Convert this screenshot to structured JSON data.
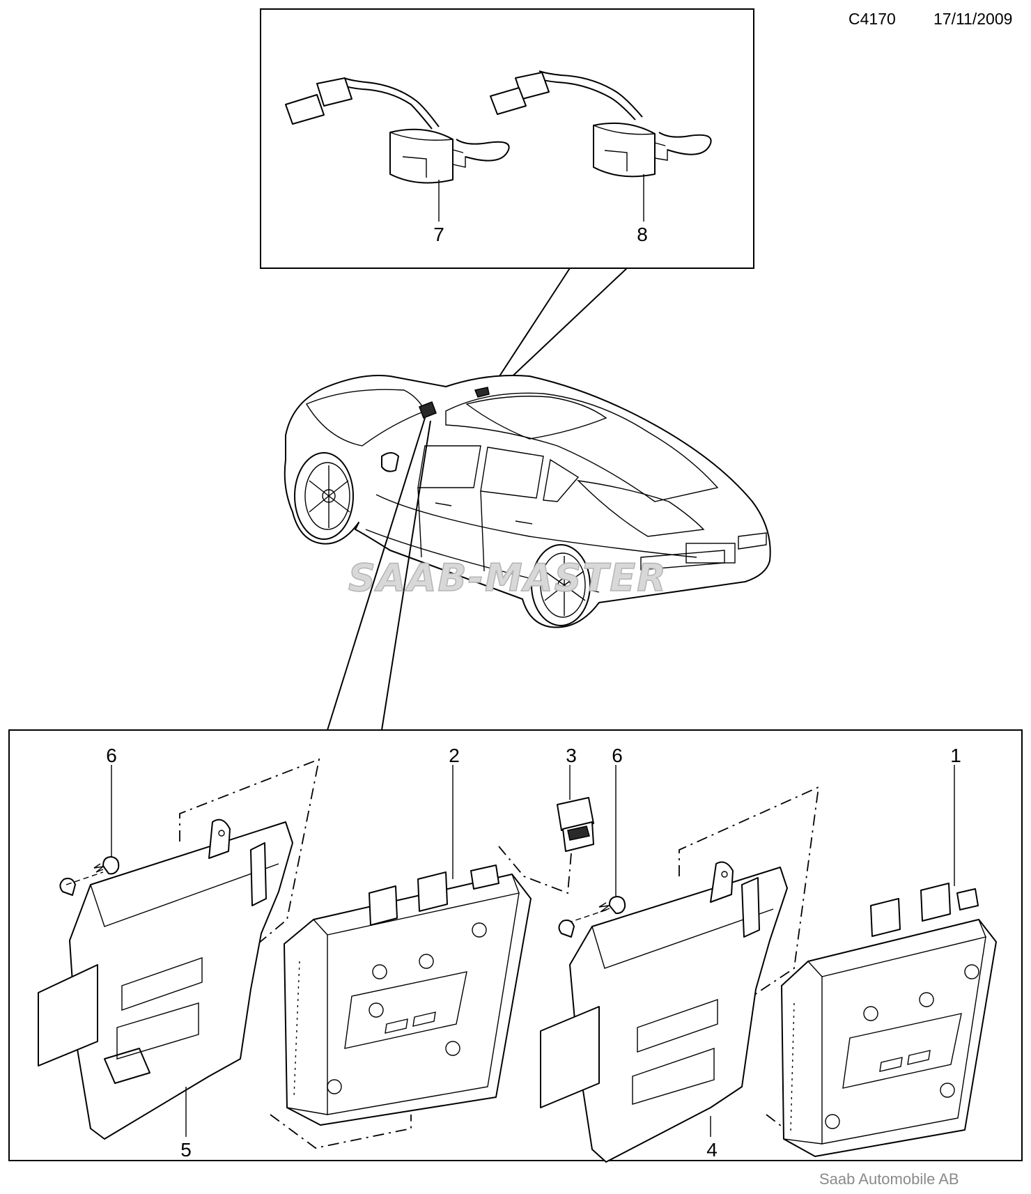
{
  "header": {
    "code": "C4170",
    "date": "17/11/2009"
  },
  "watermark": "SAAB-MASTER",
  "footer": "Saab Automobile AB",
  "callouts": {
    "p1": "1",
    "p2": "2",
    "p3": "3",
    "p4": "4",
    "p5": "5",
    "p6a": "6",
    "p6b": "6",
    "p7": "7",
    "p8": "8"
  }
}
